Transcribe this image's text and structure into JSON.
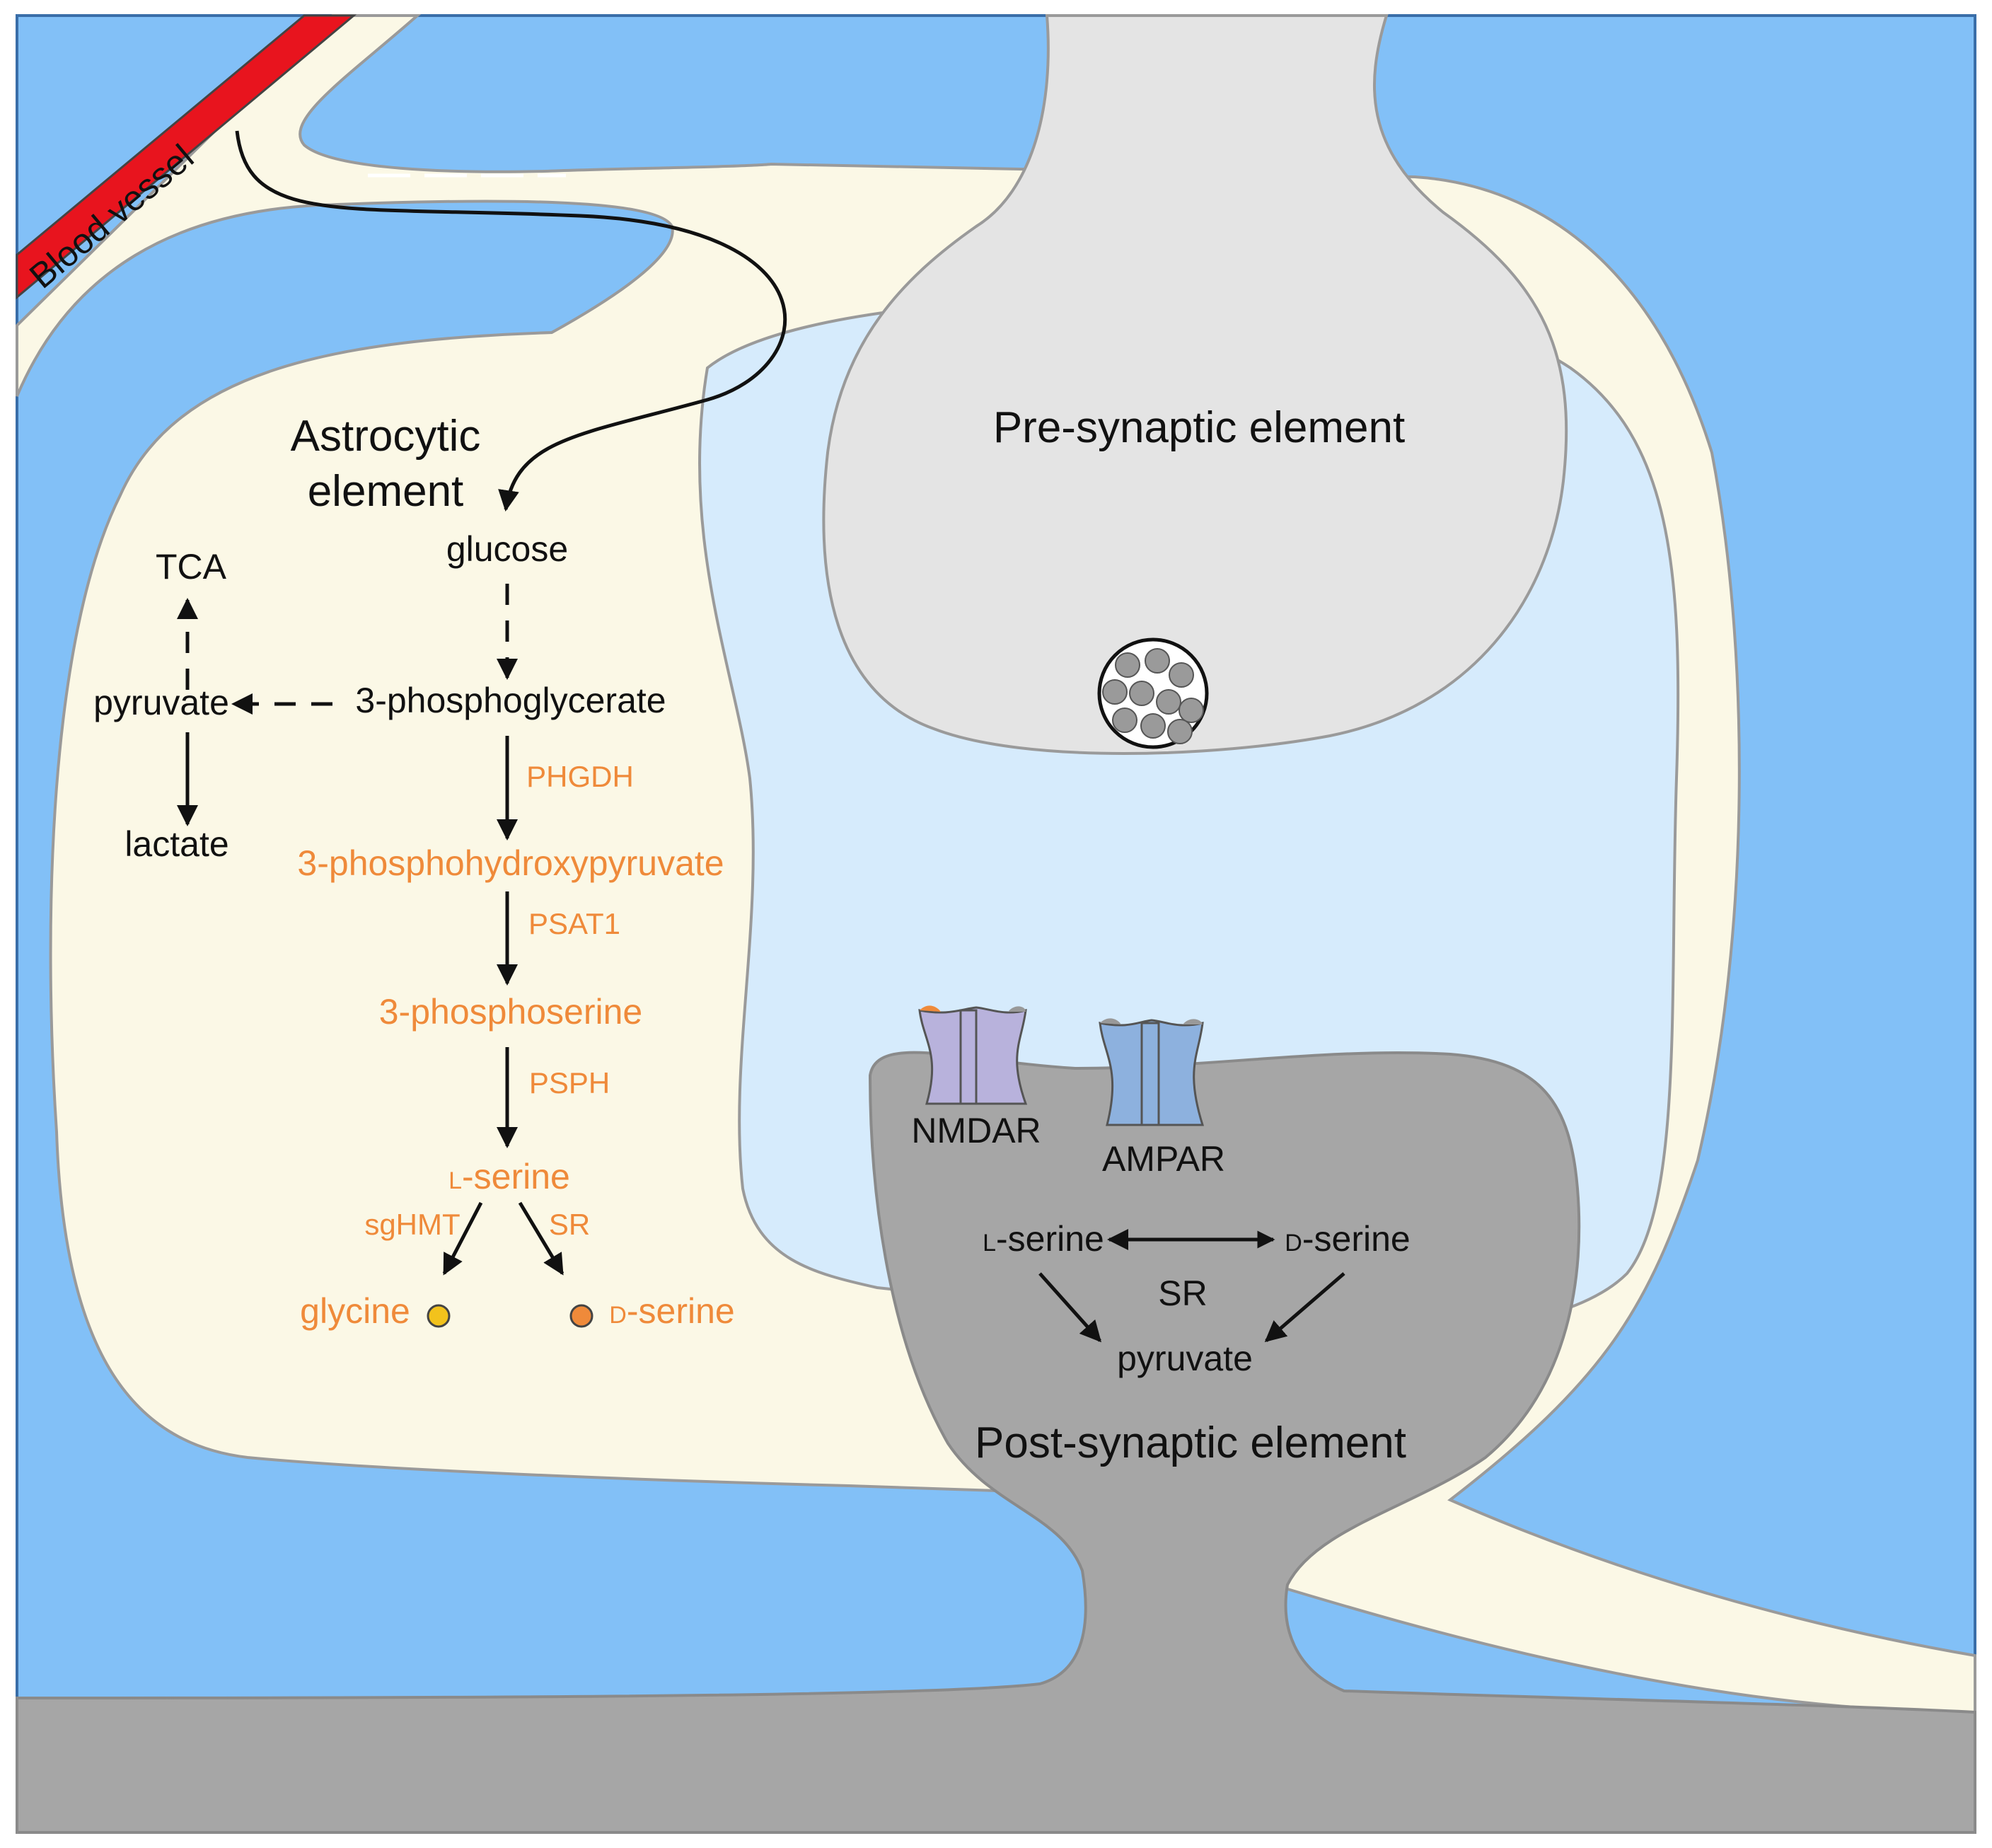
{
  "labels": {
    "blood_vessel": "Blood vessel",
    "astrocytic_line1": "Astrocytic",
    "astrocytic_line2": "element",
    "presynaptic": "Pre-synaptic element",
    "postsynaptic": "Post-synaptic element"
  },
  "astro_pathway": {
    "glucose": "glucose",
    "pga": "3-phosphoglycerate",
    "pyruvate": "pyruvate",
    "tca": "TCA",
    "lactate": "lactate",
    "phgdh": "PHGDH",
    "php": "3-phosphohydroxypyruvate",
    "psat1": "PSAT1",
    "ps": "3-phosphoserine",
    "psph": "PSPH",
    "lserine_prefix": "L",
    "lserine_rest": "-serine",
    "sghmt": "sgHMT",
    "sr": "SR",
    "glycine": "glycine",
    "dserine_prefix": "D",
    "dserine_rest": "-serine"
  },
  "receptors": {
    "nmdar": "NMDAR",
    "ampar": "AMPAR"
  },
  "post_pathway": {
    "lserine_prefix": "L",
    "lserine_rest": "-serine",
    "dserine_prefix": "D",
    "dserine_rest": "-serine",
    "sr": "SR",
    "pyruvate": "pyruvate"
  },
  "colors": {
    "extracellular": "#82c0f7",
    "astrocyte": "#fbf8e6",
    "cleft": "#d6ebfc",
    "presynaptic": "#e4e4e4",
    "postsynaptic": "#a6a6a6",
    "blood": "#e8141e",
    "orange_text": "#ef8a3a",
    "glycine_dot": "#f2c21c",
    "dserine_dot": "#ef8a3a",
    "nmdar": "#b8b2dc",
    "ampar": "#8db1de"
  }
}
